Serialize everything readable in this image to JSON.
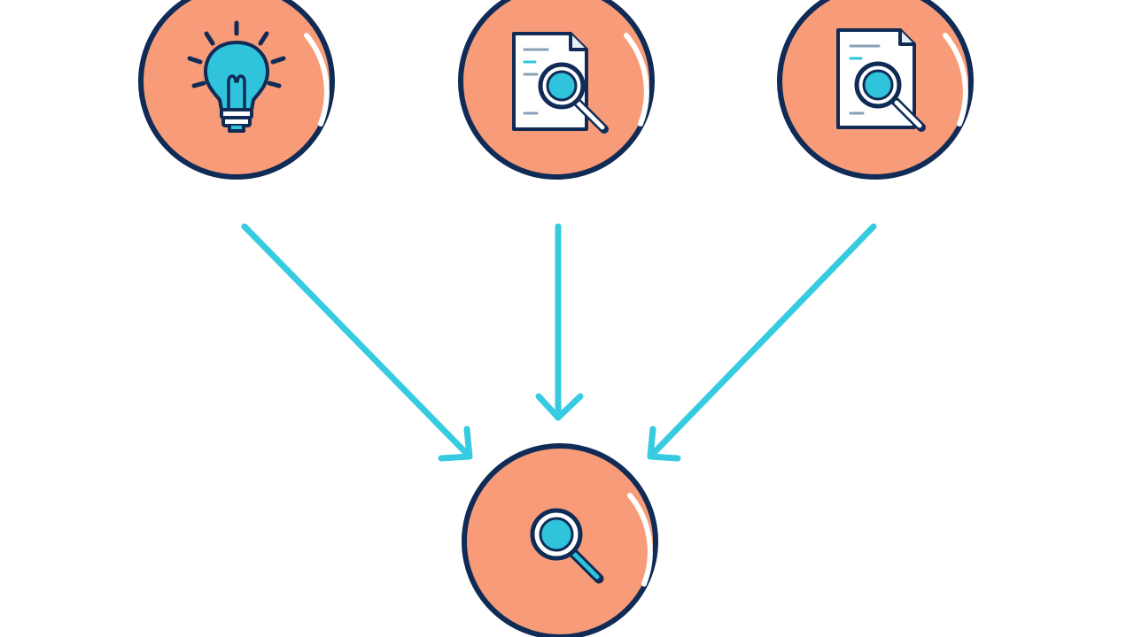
{
  "colors": {
    "background": "#ffffff",
    "node_fill": "#f79b78",
    "node_outline": "#0f2b56",
    "arrow": "#36cbe0",
    "icon_accent": "#2fc3dc",
    "icon_paper": "#ffffff",
    "icon_line": "#0f2b56"
  },
  "nodes": [
    {
      "id": "idea",
      "icon": "lightbulb-icon"
    },
    {
      "id": "document-search-1",
      "icon": "document-search-icon"
    },
    {
      "id": "document-search-2",
      "icon": "document-search-icon"
    },
    {
      "id": "result",
      "icon": "magnifier-icon"
    }
  ],
  "edges": [
    {
      "from": "idea",
      "to": "result"
    },
    {
      "from": "document-search-1",
      "to": "result"
    },
    {
      "from": "document-search-2",
      "to": "result"
    }
  ]
}
